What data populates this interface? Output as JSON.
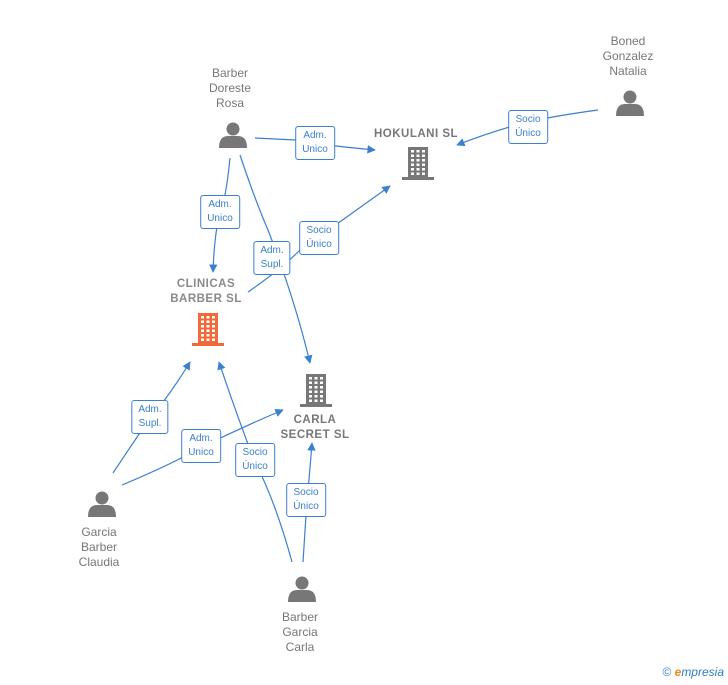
{
  "colors": {
    "edge": "#3b7fd0",
    "person": "#777777",
    "company": "#777777",
    "focus_company": "#f26a3a"
  },
  "nodes": {
    "barber_doreste_rosa": {
      "lines": [
        "Barber",
        "Doreste",
        "Rosa"
      ],
      "icon": "person-icon"
    },
    "boned_gonzalez_natalia": {
      "lines": [
        "Boned",
        "Gonzalez",
        "Natalia"
      ],
      "icon": "person-icon"
    },
    "hokulani_sl": {
      "lines": [
        "HOKULANI  SL"
      ],
      "icon": "building-icon"
    },
    "clinicas_barber_sl": {
      "lines": [
        "CLINICAS",
        "BARBER  SL"
      ],
      "icon": "building-icon"
    },
    "carla_secret_sl": {
      "lines": [
        "CARLA",
        "SECRET  SL"
      ],
      "icon": "building-icon"
    },
    "garcia_barber_claudia": {
      "lines": [
        "Garcia",
        "Barber",
        "Claudia"
      ],
      "icon": "person-icon"
    },
    "barber_garcia_carla": {
      "lines": [
        "Barber",
        "Garcia",
        "Carla"
      ],
      "icon": "person-icon"
    }
  },
  "edges": [
    {
      "from": "barber_doreste_rosa",
      "to": "hokulani_sl",
      "lines": [
        "Adm.",
        "Unico"
      ]
    },
    {
      "from": "boned_gonzalez_natalia",
      "to": "hokulani_sl",
      "lines": [
        "Socio",
        "Único"
      ]
    },
    {
      "from": "barber_doreste_rosa",
      "to": "clinicas_barber_sl",
      "lines": [
        "Adm.",
        "Unico"
      ]
    },
    {
      "from": "clinicas_barber_sl",
      "to": "hokulani_sl",
      "lines": [
        "Socio",
        "Único"
      ]
    },
    {
      "from": "barber_doreste_rosa",
      "to": "carla_secret_sl",
      "lines": [
        "Adm.",
        "Supl."
      ]
    },
    {
      "from": "garcia_barber_claudia",
      "to": "clinicas_barber_sl",
      "lines": [
        "Adm.",
        "Supl."
      ]
    },
    {
      "from": "garcia_barber_claudia",
      "to": "carla_secret_sl",
      "lines": [
        "Adm.",
        "Unico"
      ]
    },
    {
      "from": "barber_garcia_carla",
      "to": "clinicas_barber_sl",
      "lines": [
        "Socio",
        "Único"
      ]
    },
    {
      "from": "barber_garcia_carla",
      "to": "carla_secret_sl",
      "lines": [
        "Socio",
        "Único"
      ]
    }
  ],
  "footer": {
    "copyright": "©",
    "brand_initial": "e",
    "brand_rest": "mpresia"
  }
}
